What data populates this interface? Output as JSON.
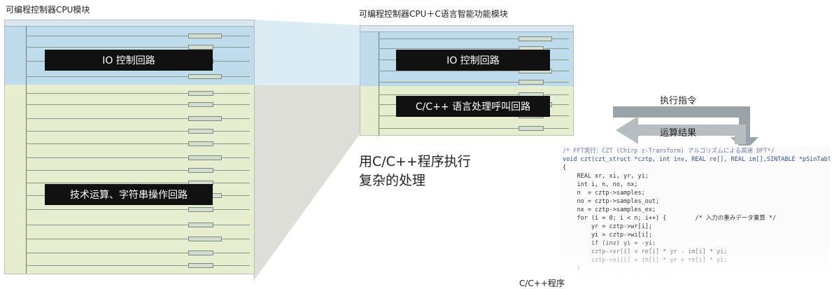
{
  "left": {
    "caption": "可编程控制器CPU模块",
    "io_label": "IO 控制回路",
    "tech_label": "技术运算、字符串操作回路"
  },
  "right": {
    "caption": "可编程控制器CPU＋C语言智能功能模块",
    "io_label": "IO 控制回路",
    "call_label": "C/C++ 语言处理呼叫回路"
  },
  "arrows": {
    "exec_label": "执行指令",
    "result_label": "运算结果"
  },
  "description": {
    "line1": "用C/C++程序执行",
    "line2": "复杂的处理"
  },
  "code": {
    "caption": "C/C++程序",
    "lines": [
      "/* FFT実行：CZT (Chirp z-Transform) アルゴリズムによる高速 DFT*/",
      "void czt(czt_struct *cztp, int inv, REAL re[], REAL im[],SINTABLE *pSinTable)",
      "{",
      "    REAL xr, xi, yr, yi;",
      "    int i, n, no, nx;",
      "",
      "    n  = cztp->samples;",
      "    no = cztp->samples_out;",
      "    nx = cztp->samples_ex;",
      "",
      "    for (i = 0; i < n; i++) {        /* 入力の重みデータ乗算 */",
      "        yr = cztp->wr[i];",
      "        yi = cztp->wi[i];",
      "        if (inv) yi = -yi;",
      "        cztp->xr[i] = re[i] * yr - im[i] * yi;",
      "        cztp->xi[i] = im[i] * yr + re[i] * yi;",
      "    }",
      "    for (i = n; i < nx; i++) {"
    ]
  }
}
